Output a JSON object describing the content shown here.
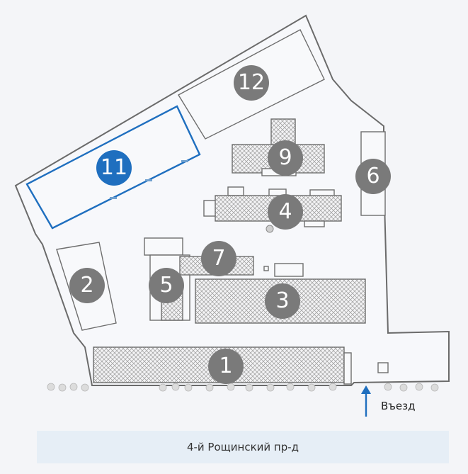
{
  "map": {
    "street_name": "4-й Рощинский пр-д",
    "entry_label": "Въезд",
    "selected_building": "11",
    "colors": {
      "selected": "#1f6fbf",
      "marker": "#7a7a7a",
      "outline": "#6b6b6b",
      "street_bar": "#e6eef6"
    },
    "buildings": [
      {
        "id": "b1",
        "label": "1"
      },
      {
        "id": "b2",
        "label": "2"
      },
      {
        "id": "b3",
        "label": "3"
      },
      {
        "id": "b4",
        "label": "4"
      },
      {
        "id": "b5",
        "label": "5"
      },
      {
        "id": "b6",
        "label": "6"
      },
      {
        "id": "b7",
        "label": "7"
      },
      {
        "id": "b9",
        "label": "9"
      },
      {
        "id": "b11",
        "label": "11"
      },
      {
        "id": "b12",
        "label": "12"
      }
    ]
  }
}
